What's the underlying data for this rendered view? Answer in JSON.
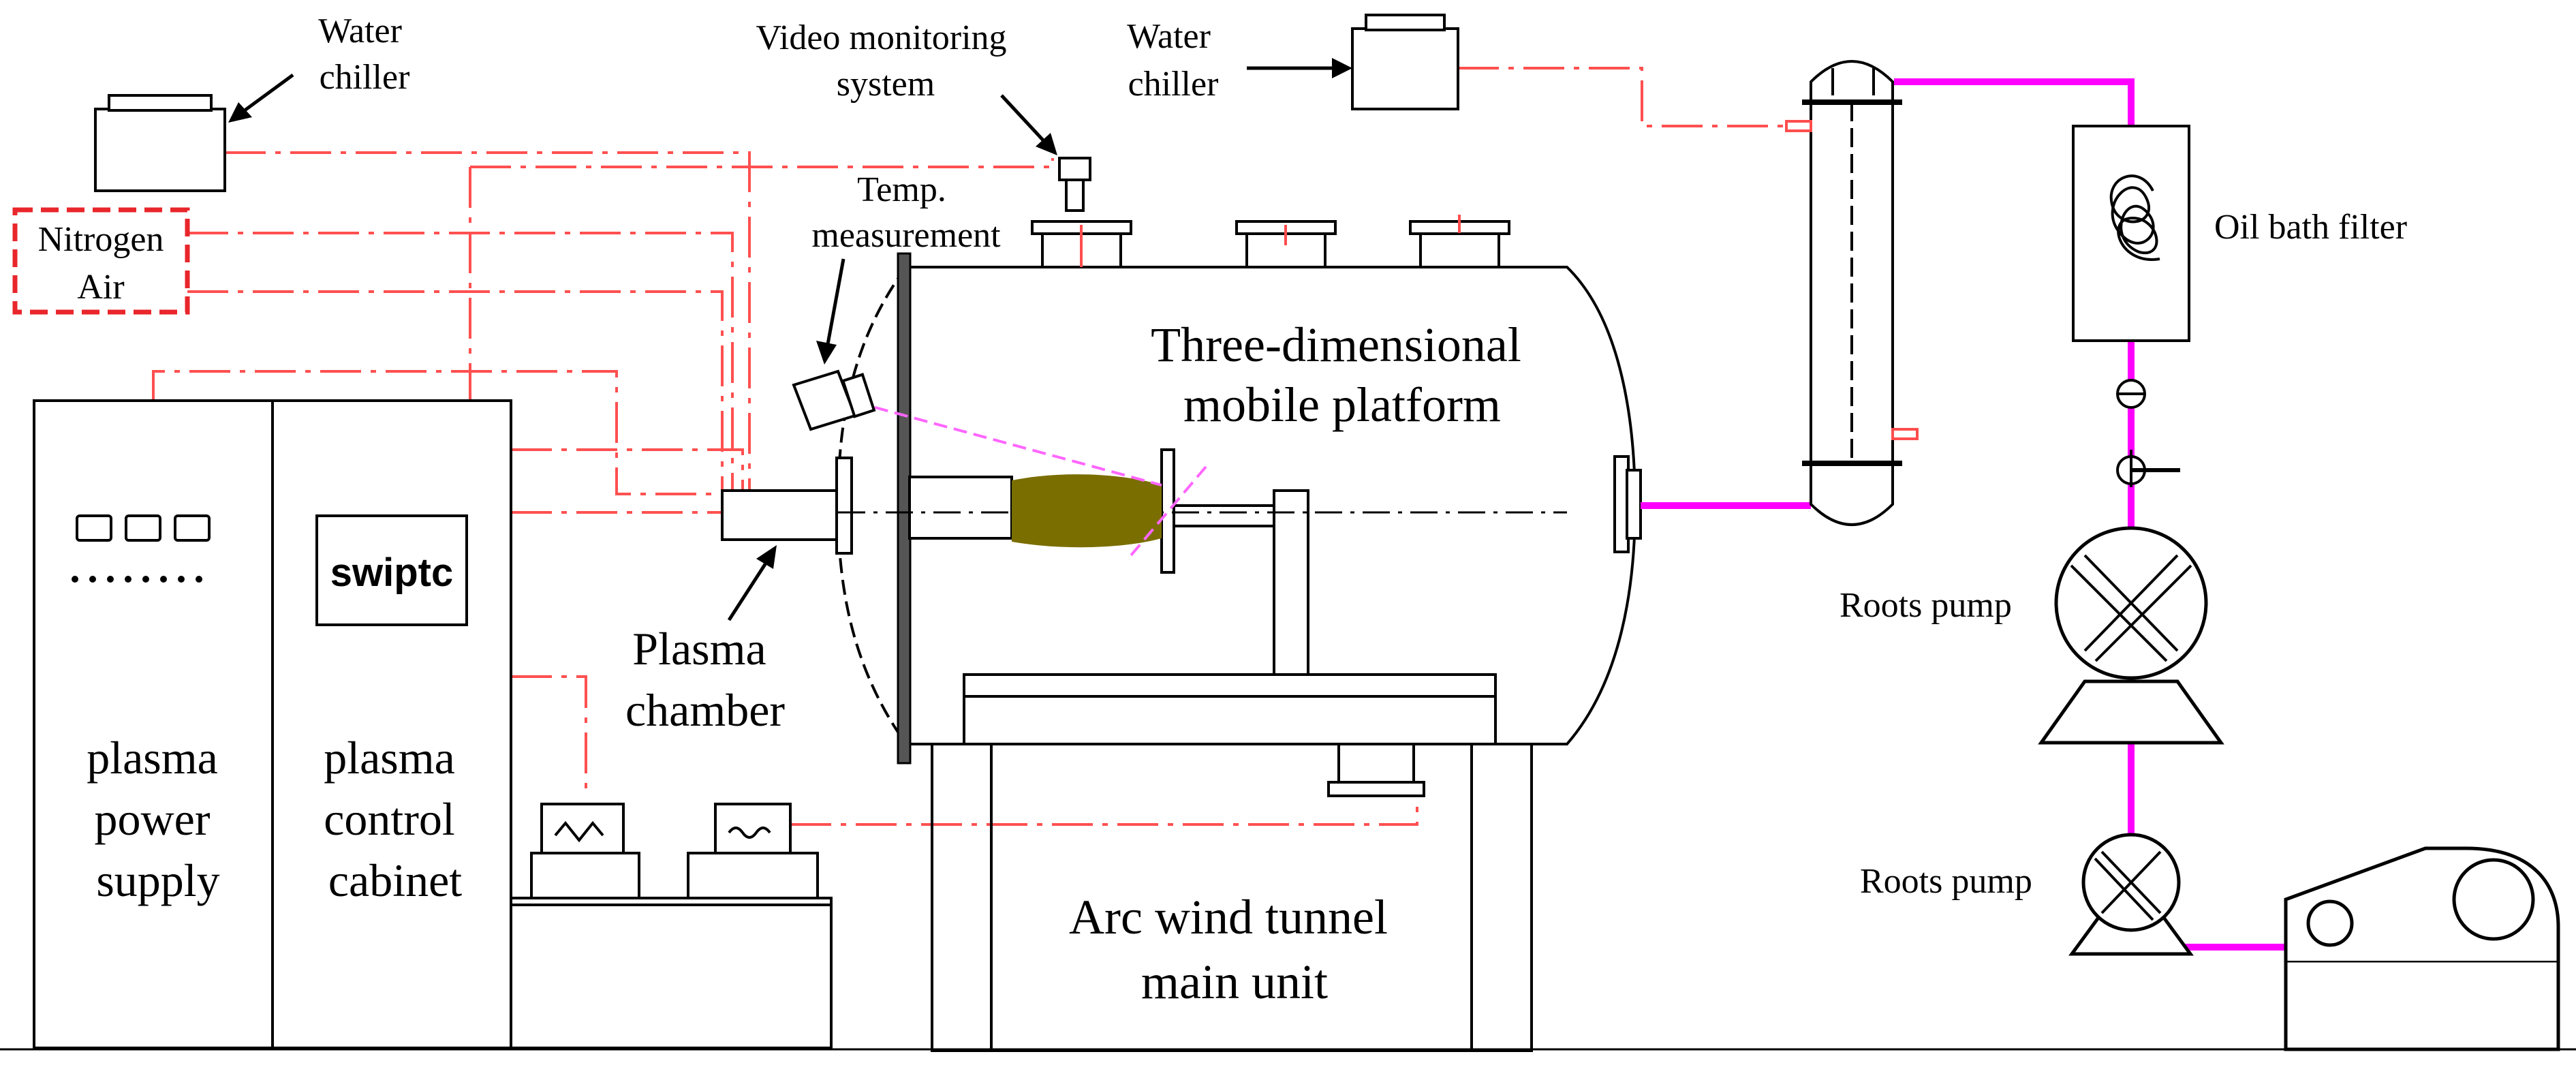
{
  "labels": {
    "water_chiller_left": [
      "Water",
      "chiller"
    ],
    "nitrogen": "Nitrogen",
    "air": "Air",
    "video_monitoring": [
      "Video monitoring",
      "system"
    ],
    "water_chiller_right": [
      "Water",
      "chiller"
    ],
    "temp_measurement": [
      "Temp.",
      "measurement"
    ],
    "three_dimensional": [
      "Three-dimensional",
      "mobile platform"
    ],
    "oil_bath_filter": "Oil bath filter",
    "roots_pump_1": "Roots pump",
    "roots_pump_2": "Roots pump",
    "plasma_chamber": [
      "Plasma",
      "chamber"
    ],
    "plasma_power_supply": [
      "plasma",
      "power",
      "supply"
    ],
    "plasma_control_cabinet": [
      "plasma",
      "control",
      "cabinet"
    ],
    "arc_wind_tunnel": [
      "Arc wind tunnel",
      "main unit"
    ],
    "swiptc_logo": "swiptc"
  },
  "colors": {
    "line": "#000000",
    "signal": "#ff4d4d",
    "vacuum_pipe": "#ff00ff",
    "gas_box": "#e8262b",
    "plasma_jet": "#7a6e00",
    "sight_line": "#ff66ff"
  }
}
